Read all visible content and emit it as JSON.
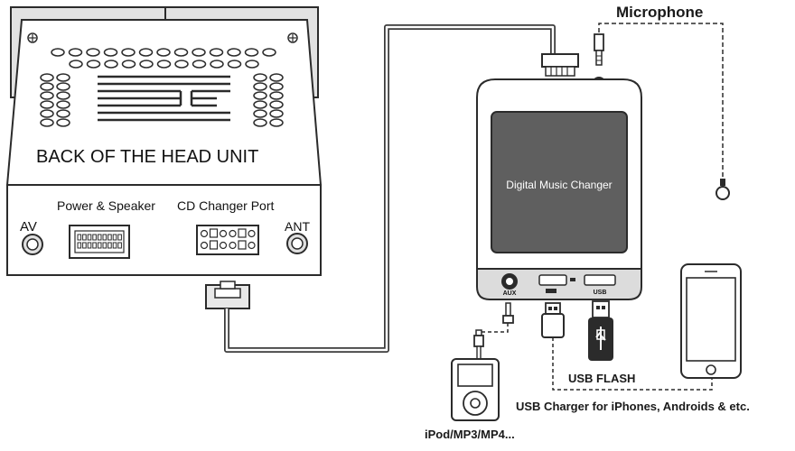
{
  "head_unit": {
    "title": "BACK OF THE HEAD UNIT",
    "power_speaker_label": "Power & Speaker",
    "cd_changer_label": "CD Changer Port",
    "av_label": "AV",
    "ant_label": "ANT"
  },
  "changer": {
    "screen_label": "Digital Music Changer",
    "aux_label": "AUX",
    "usb_label": "USB"
  },
  "labels": {
    "microphone": "Microphone",
    "usb_flash": "USB FLASH",
    "usb_charger": "USB  Charger for iPhones, Androids & etc.",
    "ipod": "iPod/MP3/MP4..."
  },
  "colors": {
    "outline": "#2b2b2b",
    "unit_fill": "#ffffff",
    "panel_fill": "#dcdcdc",
    "screen_fill": "#5f5f5f",
    "cable": "#3a3a3a"
  }
}
